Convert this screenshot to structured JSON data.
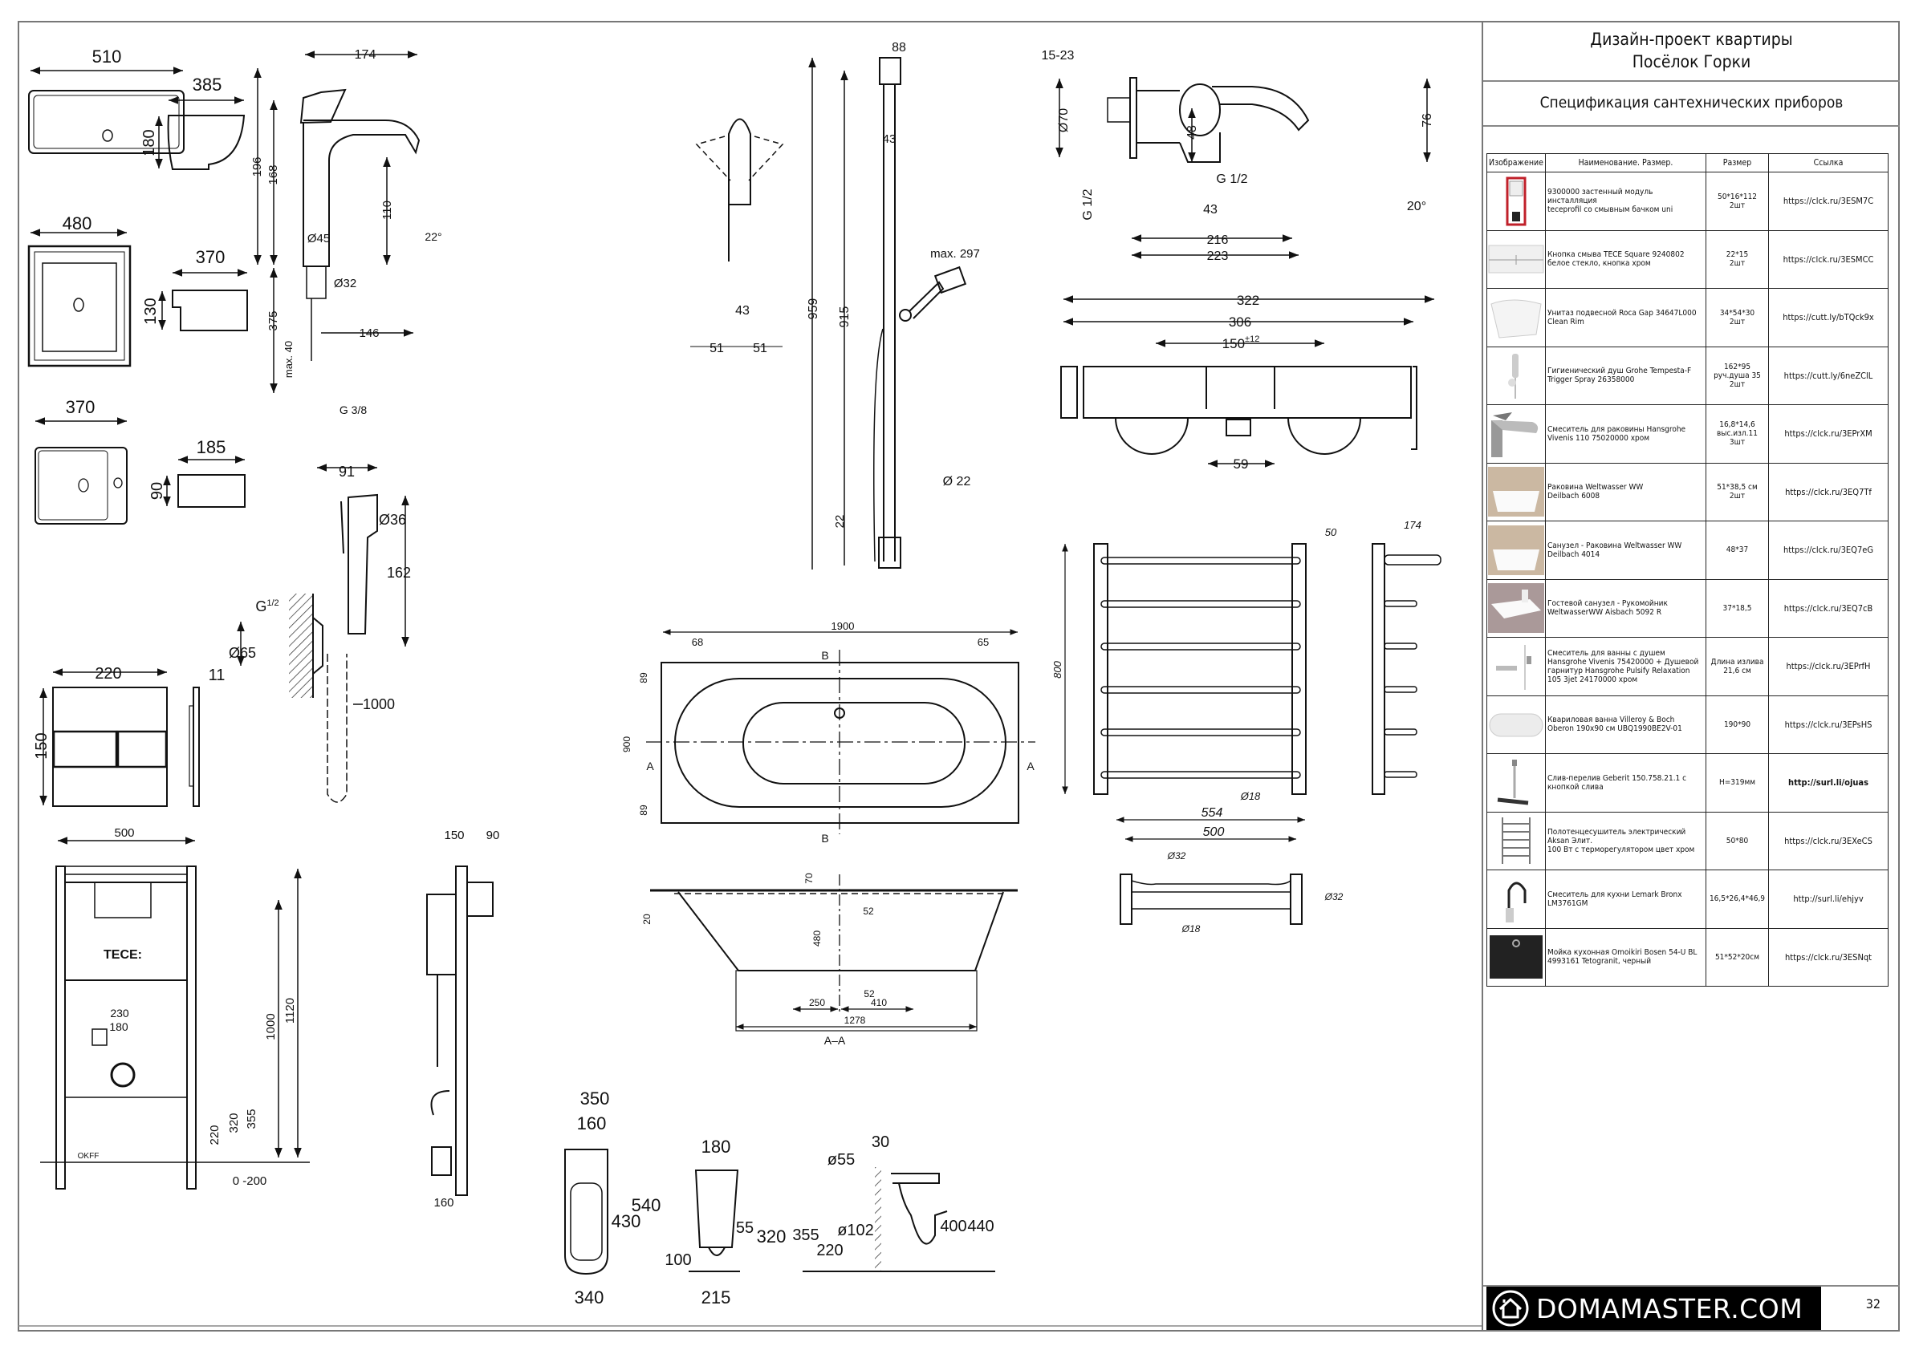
{
  "title_block": {
    "project_line1": "Дизайн-проект квартиры",
    "project_line2": "Посёлок Горки",
    "sheet_title": "Спецификация сантехнических приборов"
  },
  "spec_table": {
    "headers": [
      "Изображение",
      "Наименование. Размер.",
      "Размер",
      "Ссылка"
    ],
    "rows": [
      {
        "icon": "installation-frame-thumbnail",
        "name": [
          "9300000 застенный модуль",
          "инсталляция",
          "teceprofil со смывным бачком uni"
        ],
        "size": [
          "50*16*112",
          "2шт"
        ],
        "link": "https://clck.ru/3ESM7C"
      },
      {
        "icon": "flush-button-thumbnail",
        "name": [
          "Кнопка смыва TECE Square 9240802",
          "белое стекло, кнопка хром"
        ],
        "size": [
          "22*15",
          "2шт"
        ],
        "link": "https://clck.ru/3ESMCC"
      },
      {
        "icon": "wall-hung-toilet-thumbnail",
        "name": [
          "Унитаз подвесной Roca Gap 34647L000",
          "Clean Rim"
        ],
        "size": [
          "34*54*30",
          "2шт"
        ],
        "link": "https://cutt.ly/bTQck9x"
      },
      {
        "icon": "hygienic-shower-thumbnail",
        "name": [
          "Гигиенический душ Grohe Tempesta-F",
          "Trigger Spray 26358000"
        ],
        "size": [
          "162*95",
          "руч.душа 35",
          "2шт"
        ],
        "link": "https://cutt.ly/6neZClL"
      },
      {
        "icon": "basin-mixer-thumbnail",
        "name": [
          "Смеситель для раковины Hansgrohe",
          "Vivenis 110 75020000 хром"
        ],
        "size": [
          "16,8*14,6",
          "выс.изл.11",
          "3шт"
        ],
        "link": "https://clck.ru/3EPrXM"
      },
      {
        "icon": "washbasin-thumbnail",
        "name": [
          "Раковина Weltwasser WW",
          "Deilbach 6008"
        ],
        "size": [
          "51*38,5 см",
          "2шт"
        ],
        "link": "https://clck.ru/3EQ7Tf"
      },
      {
        "icon": "washbasin-thumbnail",
        "name": [
          "Санузел - Раковина Weltwasser WW",
          "Deilbach 4014"
        ],
        "size": [
          "48*37"
        ],
        "link": "https://clck.ru/3EQ7eG"
      },
      {
        "icon": "hand-basin-thumbnail",
        "name": [
          "Гостевой санузел - Рукомойник",
          "WeltwasserWW Aisbach 5092 R"
        ],
        "size": [
          "37*18,5"
        ],
        "link": "https://clck.ru/3EQ7cB"
      },
      {
        "icon": "bath-mixer-thumbnail",
        "name": [
          "Смеситель для ванны с душем",
          "Hansgrohe Vivenis 75420000 + Душевой",
          "гарнитур Hansgrohe Pulsify Relaxation",
          "105 3jet 24170000 хром"
        ],
        "size": [
          "Длина излива",
          "21,6 см"
        ],
        "link": "https://clck.ru/3EPrfH"
      },
      {
        "icon": "bathtub-thumbnail",
        "name": [
          "Кварилов​ая ванна Villeroy & Boch",
          "Oberon 190x90 см UBQ1990BE2V-01"
        ],
        "size": [
          "190*90"
        ],
        "link": "https://clck.ru/3EPsHS"
      },
      {
        "icon": "drain-overflow-thumbnail",
        "name": [
          "Слив-перелив Geberit 150.758.21.1 с",
          "кнопкой слива"
        ],
        "size": [
          "H=319мм"
        ],
        "link": "http://surl.li/ojuas"
      },
      {
        "icon": "towel-warmer-thumbnail",
        "name": [
          "Полотенцесушитель электрический",
          "Aksan Элит.",
          "100 Вт с терморегулятором цвет хром"
        ],
        "size": [
          "50*80"
        ],
        "link": "https://clck.ru/3EXeCS"
      },
      {
        "icon": "kitchen-mixer-thumbnail",
        "name": [
          "Смеситель для кухни Lemark Bronx",
          "LM3761GM"
        ],
        "size": [
          "16,5*26,4*46,9"
        ],
        "link": "http://surl.li/ehjyv"
      },
      {
        "icon": "kitchen-sink-thumbnail",
        "name": [
          "Мойка кухонная Omoikiri Bosen 54-U BL",
          "4993161 Tetogranit, черный"
        ],
        "size": [
          "51*52*20см"
        ],
        "link": "https://clck.ru/3ESNqt"
      }
    ]
  },
  "footer": {
    "logo_text": "DOMAMASTER.COM",
    "logo_icon": "house-circle-icon",
    "page_number": "32"
  },
  "drawings": {
    "basin_510": {
      "width": "510"
    },
    "basin_side_385": {
      "width": "385",
      "height": "180"
    },
    "basin_480": {
      "width": "480"
    },
    "basin_side_370": {
      "width": "370",
      "height": "130"
    },
    "hand_basin_370": {
      "width": "370"
    },
    "hand_basin_side": {
      "width": "185",
      "height": "90"
    },
    "basin_mixer": {
      "d174": "174",
      "d196": "196",
      "d168": "168",
      "d110": "110",
      "d45": "Ø45",
      "d32": "Ø32",
      "d375": "375",
      "dmax40": "max. 40",
      "d146": "146",
      "g38": "G 3/8",
      "angle": "22°"
    },
    "shower_handle": {
      "d43": "43",
      "d51a": "51",
      "d51b": "51"
    },
    "shower_rail": {
      "d88": "88",
      "d43": "43",
      "d959": "959",
      "d915": "915",
      "dmax297": "max. 297",
      "d22": "22",
      "d22dia": "Ø 22"
    },
    "bath_mixer_side": {
      "d1523": "15-23",
      "d70": "Ø70",
      "d48": "48",
      "d76": "76",
      "g12a": "G 1/2",
      "g12b": "G 1/2",
      "d43": "43",
      "d216": "216",
      "d223": "223",
      "angle": "20°"
    },
    "bath_mixer_front": {
      "d322": "322",
      "d306": "306",
      "d150": "150",
      "tol": "±12",
      "d59": "59"
    },
    "hygienic_shower": {
      "d91": "91",
      "d36": "Ø36",
      "d162": "162",
      "g12": "G",
      "g12frac": "1/2",
      "d65": "Ø65",
      "d1000": "1000"
    },
    "flush_plate": {
      "d220": "220",
      "d150": "150",
      "d11": "11"
    },
    "bathtub_plan": {
      "d1900": "1900",
      "d68": "68",
      "d65": "65",
      "d89a": "89",
      "d89b": "89",
      "d900": "900",
      "secA": "A",
      "secB": "B"
    },
    "bathtub_section": {
      "d70": "70",
      "d20": "20",
      "d52a": "52",
      "d480": "480",
      "d52b": "52",
      "d250": "250",
      "d410": "410",
      "d1278": "1278",
      "label": "A–A"
    },
    "towel_warmer": {
      "d800": "800",
      "d50": "50",
      "d174": "174",
      "d18a": "Ø18",
      "d554": "554",
      "d500": "500",
      "d32a": "Ø32",
      "d32b": "Ø32",
      "d18b": "Ø18"
    },
    "installation_frame": {
      "d500": "500",
      "brand": "TECE:",
      "d230": "230",
      "d180": "180",
      "d1000": "1000",
      "d1120": "1120",
      "d355": "355",
      "d320": "320",
      "d220": "220",
      "d0200": "0 -200",
      "okff": "OKFF"
    },
    "installation_side": {
      "d150": "150",
      "d90": "90",
      "d160": "160"
    },
    "toilet_top": {
      "d350": "350",
      "d160": "160",
      "d430": "430",
      "d540": "540",
      "d340": "340"
    },
    "toilet_back": {
      "d180": "180",
      "d55": "55",
      "d320": "320",
      "d100": "100",
      "d215": "215"
    },
    "toilet_side": {
      "d30": "30",
      "d55": "ø55",
      "d102": "ø102",
      "d355": "355",
      "d220": "220",
      "d400": "400",
      "d440": "440"
    }
  }
}
